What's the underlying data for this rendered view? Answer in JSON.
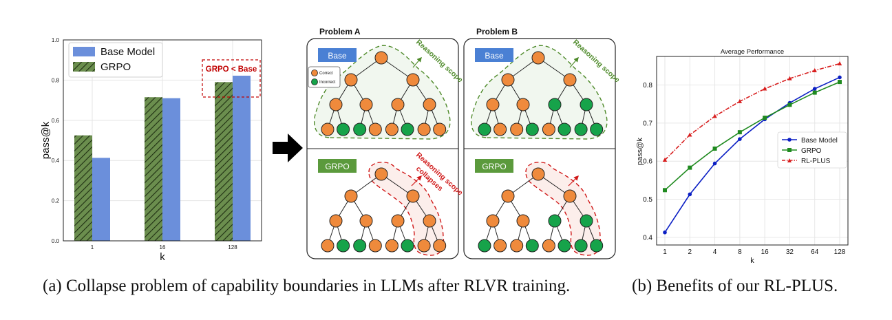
{
  "colors": {
    "base": "#6b8fdb",
    "grpo_fill": "#6b8e4e",
    "highlight_red": "#c00000",
    "correct_node": "#ef8a3c",
    "incorrect_node": "#16a34a",
    "scope_green": "#4e8a2a",
    "scope_red": "#d01818",
    "line_base": "#0b1fc4",
    "line_grpo": "#1f8a1f",
    "line_rlplus": "#d81e1e",
    "panel_base_label": "#4a80d4",
    "panel_grpo_label": "#5b9a3c"
  },
  "chart_data": [
    {
      "type": "bar",
      "categories": [
        "1",
        "16",
        "128"
      ],
      "series": [
        {
          "name": "Base Model",
          "values": [
            0.413,
            0.71,
            0.822
          ]
        },
        {
          "name": "GRPO",
          "values": [
            0.525,
            0.715,
            0.79
          ]
        }
      ],
      "xlabel": "k",
      "ylabel": "pass@k",
      "ylim": [
        0,
        1.0
      ],
      "yticks": [
        "0.0",
        "0.2",
        "0.4",
        "0.6",
        "0.8",
        "1.0"
      ],
      "grid": true,
      "legend_position": "top-left",
      "annotation": "GRPO < Base"
    },
    {
      "type": "line",
      "title": "Average Performance",
      "x": [
        "1",
        "2",
        "4",
        "8",
        "16",
        "32",
        "64",
        "128"
      ],
      "series": [
        {
          "name": "Base Model",
          "values": [
            0.413,
            0.513,
            0.594,
            0.658,
            0.71,
            0.753,
            0.79,
            0.82
          ]
        },
        {
          "name": "GRPO",
          "values": [
            0.524,
            0.583,
            0.633,
            0.676,
            0.714,
            0.748,
            0.78,
            0.808
          ]
        },
        {
          "name": "RL-PLUS",
          "values": [
            0.603,
            0.669,
            0.718,
            0.757,
            0.79,
            0.817,
            0.838,
            0.856
          ]
        }
      ],
      "xlabel": "k",
      "ylabel": "pass@k",
      "ylim": [
        0.38,
        0.875
      ],
      "yticks": [
        "0.4",
        "0.5",
        "0.6",
        "0.7",
        "0.8"
      ],
      "grid": true,
      "legend_position": "center-right"
    }
  ],
  "diagram": {
    "problem_a_title": "Problem A",
    "problem_b_title": "Problem B",
    "base_label": "Base",
    "grpo_label": "GRPO",
    "legend_correct": "Correct",
    "legend_incorrect": "Incorrect",
    "scope_label": "Reasoning scope",
    "collapse_label_line1": "Reasoning scope",
    "collapse_label_line2": "collapses",
    "leaves_a": [
      "correct",
      "incorrect",
      "incorrect",
      "correct",
      "correct",
      "incorrect",
      "correct",
      "correct"
    ],
    "leaves_b": [
      "incorrect",
      "correct",
      "correct",
      "incorrect",
      "correct",
      "incorrect",
      "incorrect",
      "incorrect"
    ],
    "level2_a": [
      "correct",
      "correct",
      "correct",
      "correct"
    ],
    "level2_b": [
      "correct",
      "correct",
      "incorrect",
      "incorrect"
    ]
  },
  "captions": {
    "a": "(a) Collapse problem of capability boundaries in LLMs after RLVR training.",
    "b": "(b) Benefits of our RL-PLUS."
  }
}
